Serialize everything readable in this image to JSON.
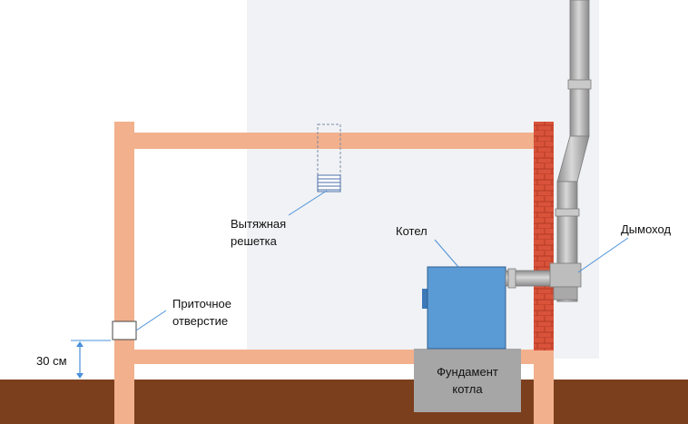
{
  "labels": {
    "exhaust_grille_line1": "Вытяжная",
    "exhaust_grille_line2": "решетка",
    "boiler": "Котел",
    "chimney": "Дымоход",
    "intake_line1": "Приточное",
    "intake_line2": "отверстие",
    "height_mark": "30 см",
    "foundation_line1": "Фундамент",
    "foundation_line2": "котла"
  },
  "colors": {
    "ground": "#7b3f1d",
    "wall_frame": "#f2b08d",
    "brick": "#d9533a",
    "boiler": "#5b9bd5",
    "foundation": "#a6a6a6",
    "pipe": "#b5b5b5",
    "leader_line": "#4a90d9",
    "backdrop": "#eef0f3"
  }
}
